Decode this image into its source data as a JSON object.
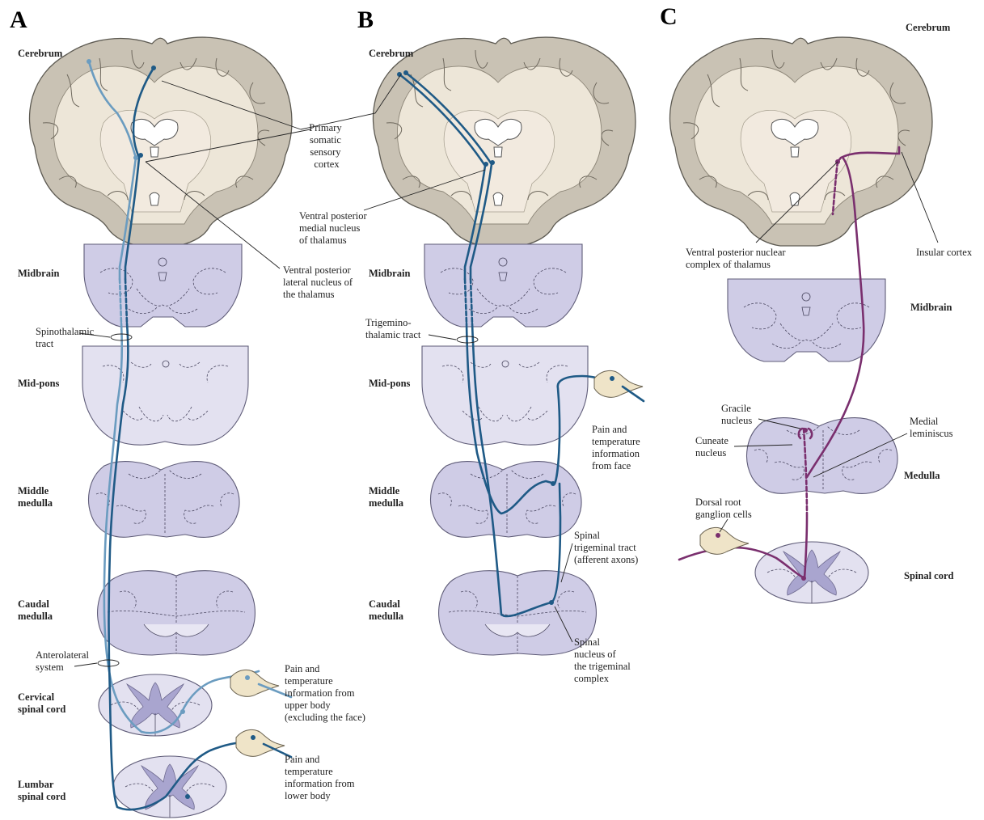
{
  "panels": {
    "A": {
      "letter": "A",
      "levels": {
        "cerebrum": "Cerebrum",
        "midbrain": "Midbrain",
        "mid_pons": "Mid-pons",
        "middle_medulla_1": "Middle",
        "middle_medulla_2": "medulla",
        "caudal_medulla_1": "Caudal",
        "caudal_medulla_2": "medulla",
        "cervical_1": "Cervical",
        "cervical_2": "spinal cord",
        "lumbar_1": "Lumbar",
        "lumbar_2": "spinal cord"
      },
      "labels": {
        "primary_cortex": [
          "Primary",
          "somatic",
          "sensory",
          "cortex"
        ],
        "vpl": [
          "Ventral posterior",
          "lateral nucleus of",
          "the thalamus"
        ],
        "spinothalamic": [
          "Spinothalamic",
          "tract"
        ],
        "anterolateral": [
          "Anterolateral",
          "system"
        ],
        "upper_body": [
          "Pain and",
          "temperature",
          "information from",
          "upper body",
          "(excluding the face)"
        ],
        "lower_body": [
          "Pain and",
          "temperature",
          "information from",
          "lower body"
        ]
      }
    },
    "B": {
      "letter": "B",
      "levels": {
        "cerebrum": "Cerebrum",
        "midbrain": "Midbrain",
        "mid_pons": "Mid-pons",
        "middle_medulla_1": "Middle",
        "middle_medulla_2": "medulla",
        "caudal_medulla_1": "Caudal",
        "caudal_medulla_2": "medulla"
      },
      "labels": {
        "vpm": [
          "Ventral posterior",
          "medial nucleus",
          "of thalamus"
        ],
        "trigemino": [
          "Trigemino-",
          "thalamic tract"
        ],
        "face": [
          "Pain and",
          "temperature",
          "information",
          "from face"
        ],
        "spinal_tract": [
          "Spinal",
          "trigeminal tract",
          "(afferent axons)"
        ],
        "spinal_nucleus": [
          "Spinal",
          "nucleus of",
          "the trigeminal",
          "complex"
        ]
      }
    },
    "C": {
      "letter": "C",
      "levels": {
        "cerebrum": "Cerebrum",
        "midbrain": "Midbrain",
        "medulla": "Medulla",
        "spinal_cord": "Spinal cord"
      },
      "labels": {
        "vp_complex": [
          "Ventral posterior nuclear",
          "complex of thalamus"
        ],
        "insular": "Insular cortex",
        "gracile": [
          "Gracile",
          "nucleus"
        ],
        "cuneate": [
          "Cuneate",
          "nucleus"
        ],
        "medial_lemniscus": [
          "Medial",
          "leminiscus"
        ],
        "drg": [
          "Dorsal root",
          "ganglion cells"
        ]
      }
    }
  },
  "colors": {
    "anterolateral_tract": "#1f5a86",
    "anterolateral_tract_light": "#6b9cc0",
    "insular_pathway": "#7a2f6e",
    "cortex_grey": "#c9c2b4",
    "brainstem_section": "#cfcce6"
  }
}
